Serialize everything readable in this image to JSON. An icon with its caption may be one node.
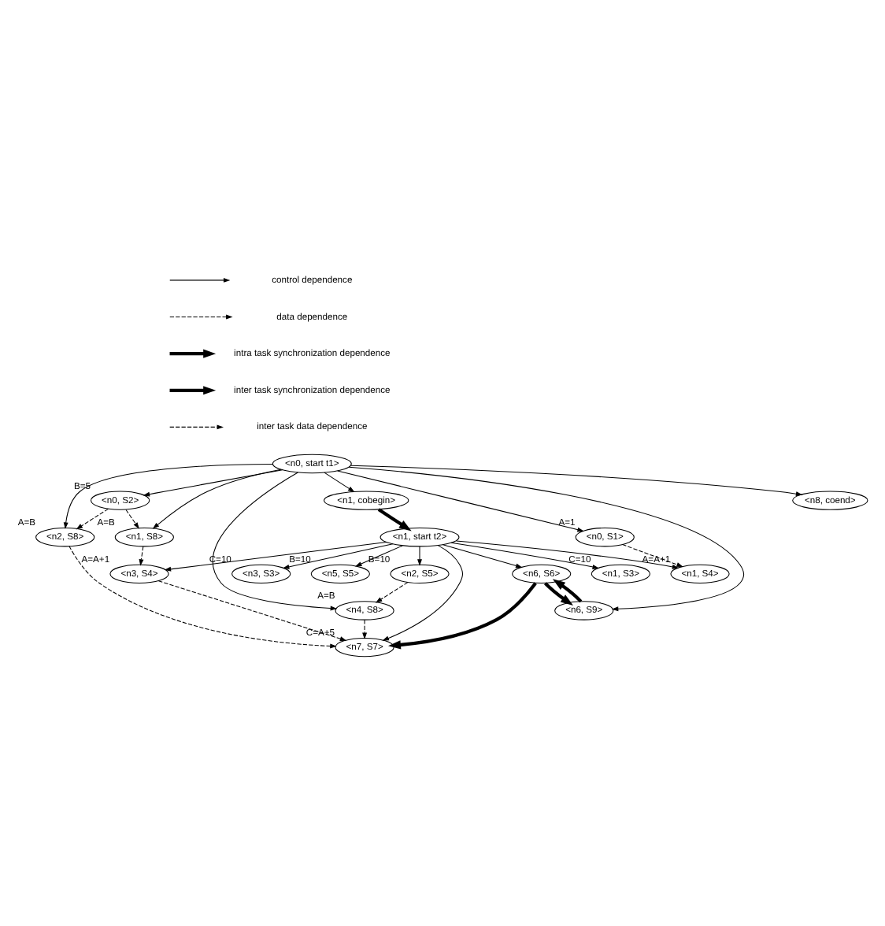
{
  "diagram": {
    "nodes": [
      {
        "text": [
          "<n0, start t1>"
        ]
      },
      {
        "text": [
          "<n0, S2>"
        ],
        "beside": [
          "B=5"
        ]
      },
      {
        "text": [
          "<n0, S1>"
        ],
        "beside": [
          "A=1"
        ]
      },
      {
        "text": [
          "<n1, cobegin>"
        ]
      },
      {
        "text": [
          "<n1, S8>"
        ],
        "beside": [
          "A=B"
        ]
      },
      {
        "text": [
          "<n1, S4>"
        ],
        "beside": [
          "A=A+1"
        ]
      },
      {
        "text": [
          "<n1, start t2>"
        ]
      },
      {
        "text": [
          "<n1, S3>"
        ],
        "beside": [
          "C=10"
        ]
      },
      {
        "text": [
          "<n2, S8>"
        ],
        "beside": [
          "A=B"
        ]
      },
      {
        "text": [
          "<n8, coend>"
        ]
      },
      {
        "text": [
          "<n3, S4>"
        ],
        "beside": [
          "A=A+1"
        ]
      },
      {
        "text": [
          "<n3, S3>"
        ],
        "beside": [
          "C=10"
        ]
      },
      {
        "text": [
          "<n4, S8>"
        ],
        "beside": [
          "A=B"
        ]
      },
      {
        "text": [
          "<n2, S5>"
        ],
        "beside": [
          "B=10"
        ]
      },
      {
        "text": [
          "<n5, S5>"
        ],
        "beside": [
          "B=10"
        ]
      },
      {
        "text": [
          "<n6, S9>"
        ]
      },
      {
        "text": [
          "<n6, S6>"
        ]
      },
      {
        "text": [
          "<n7, S7>"
        ],
        "beside": [
          "C=A+5"
        ]
      }
    ],
    "edges": [
      {
        "from": 0,
        "to": 1,
        "arrow": "to"
      },
      {
        "from": 0,
        "to": 2,
        "arrow": "to"
      },
      {
        "from": 0,
        "to": 3,
        "arrow": "to"
      },
      {
        "from": 0,
        "to": 4,
        "arrow": "to"
      },
      {
        "from": 0,
        "to": 8,
        "arrow": "to"
      },
      {
        "from": 0,
        "to": 9,
        "arrow": "to"
      },
      {
        "from": 0,
        "to": 12,
        "arrow": "to"
      },
      {
        "from": 0,
        "to": 15,
        "arrow": "to"
      },
      {
        "from": 1,
        "to": 4,
        "arrow": "to",
        "style": "dashed"
      },
      {
        "from": 1,
        "to": 8,
        "arrow": "to",
        "style": "dashed"
      },
      {
        "from": 2,
        "to": 5,
        "arrow": "to",
        "style": "dashed"
      },
      {
        "from": 3,
        "to": 6,
        "arrow": "to",
        "style": "thick"
      },
      {
        "from": 6,
        "to": 5,
        "arrow": "to"
      },
      {
        "from": 6,
        "to": 7,
        "arrow": "to"
      },
      {
        "from": 6,
        "to": 10,
        "arrow": "to"
      },
      {
        "from": 6,
        "to": 11,
        "arrow": "to"
      },
      {
        "from": 6,
        "to": 13,
        "arrow": "to"
      },
      {
        "from": 6,
        "to": 14,
        "arrow": "to"
      },
      {
        "from": 6,
        "to": 16,
        "arrow": "to"
      },
      {
        "from": 6,
        "to": 17,
        "arrow": "to"
      },
      {
        "from": 4,
        "to": 10,
        "arrow": "to",
        "style": "dashed"
      },
      {
        "from": 13,
        "to": 12,
        "arrow": "to",
        "style": "dashed"
      },
      {
        "from": 10,
        "to": 17,
        "arrow": "to",
        "style": "dashed"
      },
      {
        "from": 15,
        "to": 16,
        "arrow": "to",
        "style": "thick"
      },
      {
        "from": 16,
        "to": 15,
        "arrow": "to",
        "style": "thick"
      },
      {
        "from": 16,
        "to": 17,
        "arrow": "to",
        "style": "thick"
      },
      {
        "from": 8,
        "to": 17,
        "arrow": "to",
        "style": "dashed"
      },
      {
        "from": 12,
        "to": 17,
        "arrow": "to",
        "style": "dashed"
      }
    ],
    "legend": [
      {
        "text": "control dependence"
      },
      {
        "text": "data dependence"
      },
      {
        "text": "intra task synchronization dependence"
      },
      {
        "text": "inter task synchronization dependence"
      },
      {
        "text": "inter task data dependence"
      }
    ]
  }
}
